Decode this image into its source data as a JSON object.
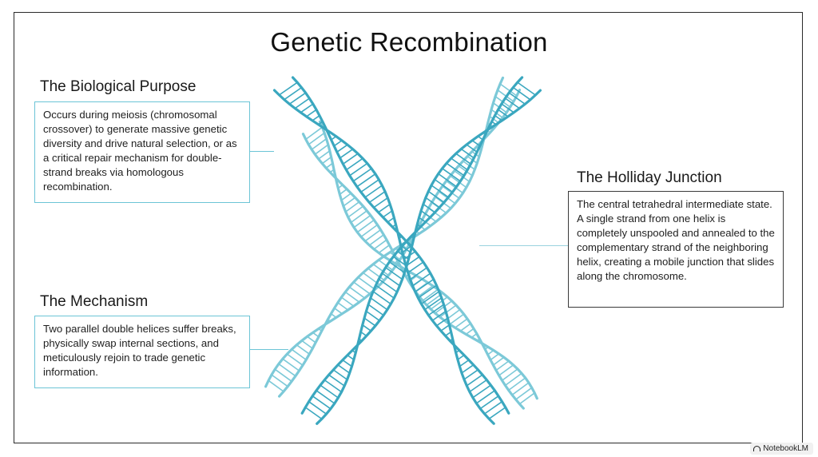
{
  "title": "Genetic Recombination",
  "sections": {
    "purpose": {
      "heading": "The Biological Purpose",
      "text": "Occurs during meiosis (chromosomal crossover) to generate massive genetic diversity and drive natural selection, or as a critical repair mechanism for double-strand breaks via homologous recombination."
    },
    "mechanism": {
      "heading": "The Mechanism",
      "text": "Two parallel double helices suffer breaks, physically swap internal sections, and meticulously rejoin to trade genetic information."
    },
    "junction": {
      "heading": "The Holliday Junction",
      "text": "The central tetrahedral intermediate state. A single strand from one helix is completely unspooled and annealed to the complementary strand of the neighboring helix, creating a mobile junction that slides along the chromosome."
    }
  },
  "colors": {
    "strand_dark": "#3aa7bf",
    "strand_light": "#7cc9d8",
    "connector": "#6cc4d6"
  },
  "icons": {
    "badge": "notebooklm-logo-icon"
  },
  "watermark": "NotebookLM"
}
